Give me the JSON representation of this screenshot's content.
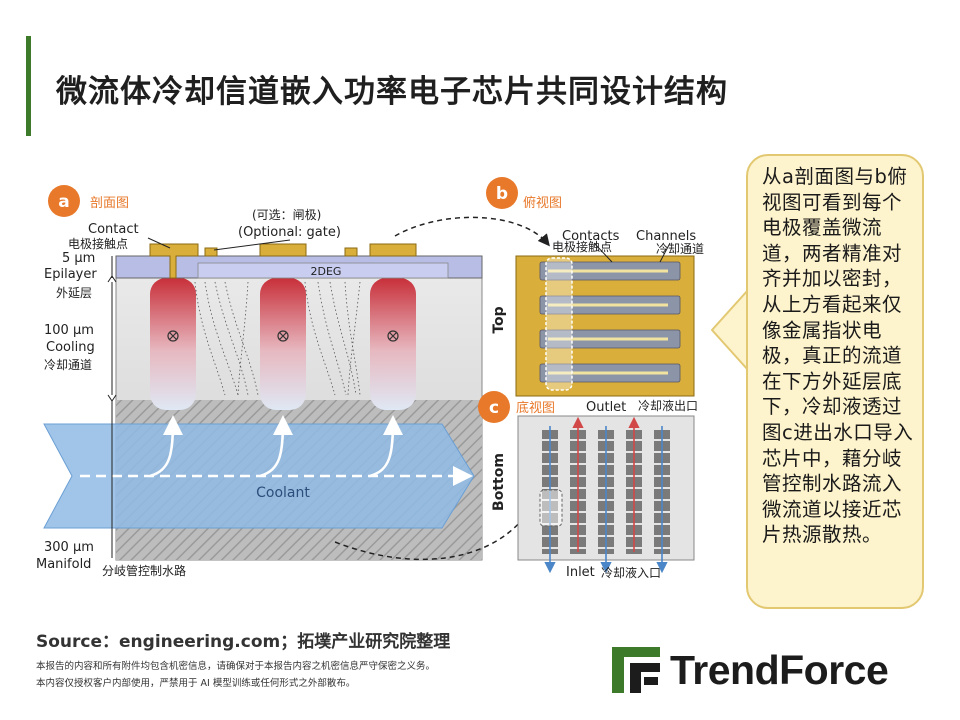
{
  "header": {
    "title": "微流体冷却信道嵌入功率电子芯片共同设计结构"
  },
  "colors": {
    "accent": "#3d7a2a",
    "badge": "#e8792b",
    "contact_gold": "#d9ae3a",
    "coolant_blue": "#7fb0e0"
  },
  "panel_a": {
    "badge": "a",
    "title": "剖面图",
    "contact_en": "Contact",
    "contact_cn": "电极接触点",
    "gate_cn": "(可选：闸极)",
    "gate_en": "(Optional: gate)",
    "channel_2deg": "2DEG",
    "dim_5": "5 μm",
    "dim_5_en": "Epilayer",
    "dim_5_cn": "外延层",
    "dim_100": "100 μm",
    "dim_100_en": "Cooling",
    "dim_100_cn": "冷却通道",
    "coolant": "Coolant",
    "dim_300": "300 μm",
    "dim_300_en": "Manifold",
    "dim_300_cn": "分岐管控制水路"
  },
  "panel_b": {
    "badge": "b",
    "title": "俯视图",
    "contacts_en": "Contacts",
    "contacts_cn": "电极接触点",
    "channels_en": "Channels",
    "channels_cn": "冷却通道",
    "side_label": "Top"
  },
  "panel_c": {
    "badge": "c",
    "title": "底视图",
    "outlet_en": "Outlet",
    "outlet_cn": "冷却液出口",
    "inlet_en": "Inlet",
    "inlet_cn": "冷却液入口",
    "side_label": "Bottom"
  },
  "callout": {
    "text": "从a剖面图与b俯视图可看到每个电极覆盖微流道，两者精准对齐并加以密封，从上方看起来仅像金属指状电极，真正的流道在下方外延层底下，冷却液透过图c进出水口导入芯片中，藉分岐管控制水路流入微流道以接近芯片热源散热。"
  },
  "footer": {
    "source": "Source：engineering.com；拓墣产业研究院整理",
    "disclaimer_1": "本报告的内容和所有附件均包含机密信息，请确保对于本报告内容之机密信息严守保密之义务。",
    "disclaimer_2": "本内容仅授权客户内部使用，严禁用于 AI 模型训练或任何形式之外部散布。",
    "brand": "TrendForce"
  }
}
